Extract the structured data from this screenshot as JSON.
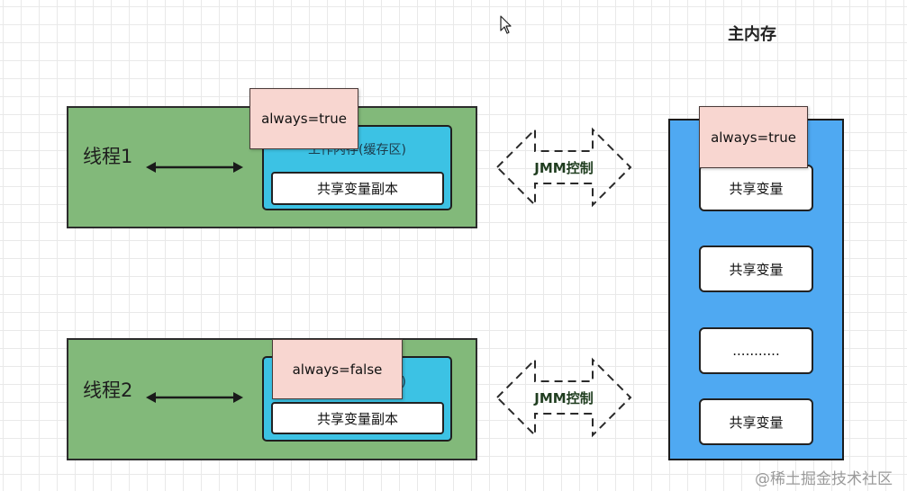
{
  "main_memory": {
    "title": "主内存",
    "flag": "always=true",
    "items": [
      "共享变量",
      "共享变量",
      "...........",
      "共享变量"
    ]
  },
  "threads": [
    {
      "label": "线程1",
      "cache_label": "工作内存(缓存区)",
      "copy_label": "共享变量副本",
      "flag": "always=true"
    },
    {
      "label": "线程2",
      "cache_label": "工作内存(缓存区)",
      "copy_label": "共享变量副本",
      "flag": "always=false"
    }
  ],
  "jmm": [
    "JMM控制",
    "JMM控制"
  ],
  "watermark": "@稀土掘金技术社区",
  "colors": {
    "thread_fill": "#82b97a",
    "cache_fill": "#3cc2e4",
    "main_memory_fill": "#4fa9f2",
    "flag_fill": "#f8d6d0"
  }
}
